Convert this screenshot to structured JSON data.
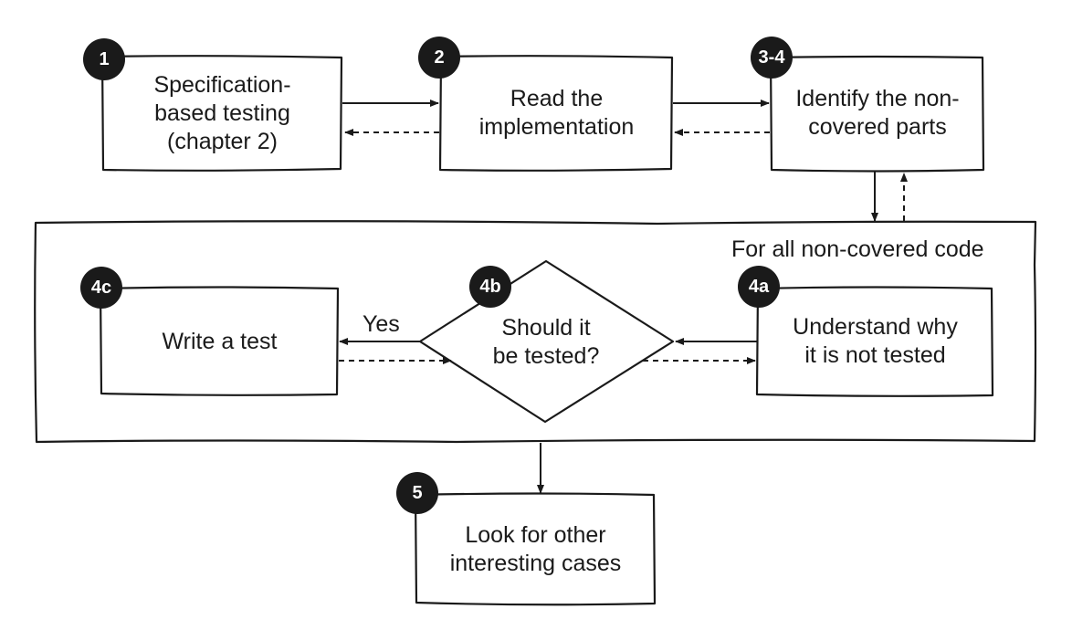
{
  "steps": {
    "s1": {
      "badge": "1",
      "text": "Specification-\nbased testing\n(chapter 2)"
    },
    "s2": {
      "badge": "2",
      "text": "Read the\nimplementation"
    },
    "s34": {
      "badge": "3-4",
      "text": "Identify the non-\ncovered parts"
    },
    "s4a": {
      "badge": "4a",
      "text": "Understand why\nit is not tested"
    },
    "s4b": {
      "badge": "4b",
      "text": "Should it\nbe tested?"
    },
    "s4c": {
      "badge": "4c",
      "text": "Write a test"
    },
    "s5": {
      "badge": "5",
      "text": "Look for other\ninteresting cases"
    }
  },
  "loop_label": "For all non-covered code",
  "yes_label": "Yes",
  "colors": {
    "ink": "#1a1a1a",
    "background": "#ffffff"
  }
}
